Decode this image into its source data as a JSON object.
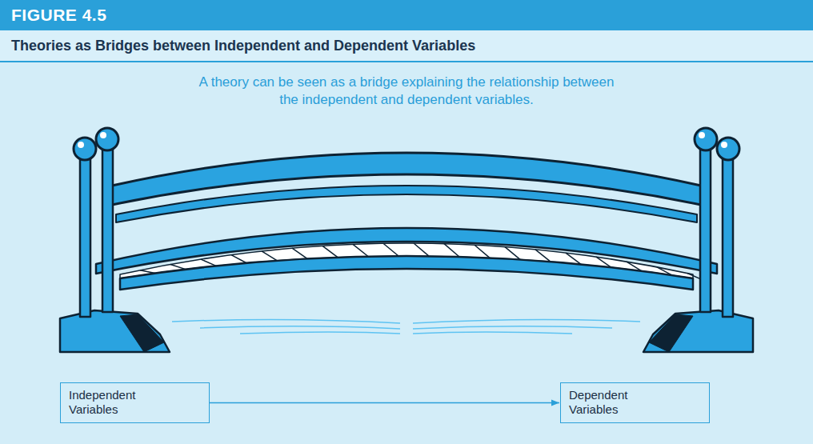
{
  "diagram": {
    "title": "Theories as Bridges between Independent and Dependent Variables",
    "caption": "A theory can be seen as a bridge explaining the relationship between the independent and dependent variables.",
    "nodes": [
      {
        "text": [
          "Independent Variables"
        ]
      },
      {
        "text": [
          "Dependent Variables"
        ]
      }
    ],
    "edges": [
      {
        "from": 0,
        "to": 1,
        "arrow": "to"
      }
    ],
    "labels": [
      "FIGURE 4.5"
    ]
  }
}
